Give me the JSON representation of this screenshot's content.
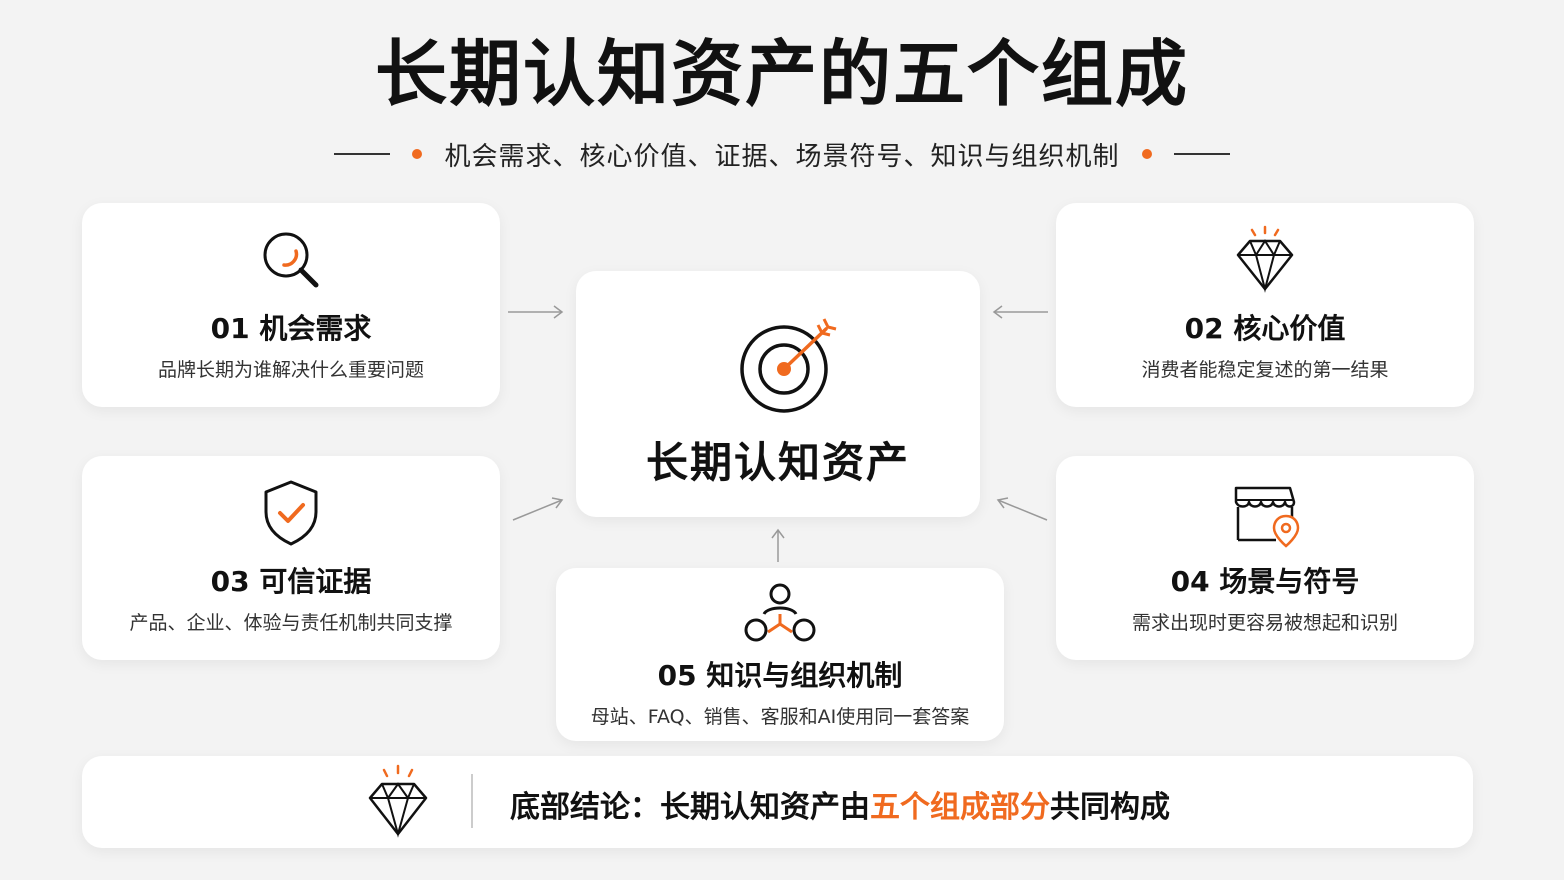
{
  "title": "长期认知资产的五个组成",
  "subtitle": "机会需求、核心价值、证据、场景符号、知识与组织机制",
  "center": {
    "label": "长期认知资产",
    "icon": "target-arrow-icon"
  },
  "cards": [
    {
      "id": "01",
      "title": "01 机会需求",
      "desc": "品牌长期为谁解决什么重要问题",
      "icon": "magnifier-icon"
    },
    {
      "id": "02",
      "title": "02 核心价值",
      "desc": "消费者能稳定复述的第一结果",
      "icon": "diamond-icon"
    },
    {
      "id": "03",
      "title": "03 可信证据",
      "desc": "产品、企业、体验与责任机制共同支撑",
      "icon": "shield-check-icon"
    },
    {
      "id": "04",
      "title": "04 场景与符号",
      "desc": "需求出现时更容易被想起和识别",
      "icon": "store-location-icon"
    },
    {
      "id": "05",
      "title": "05 知识与组织机制",
      "desc": "母站、FAQ、销售、客服和AI使用同一套答案",
      "icon": "network-nodes-icon"
    }
  ],
  "conclusion": {
    "prefix": "底部结论：长期认知资产由",
    "highlight": "五个组成部分",
    "suffix": "共同构成",
    "icon": "diamond-icon"
  },
  "colors": {
    "accent": "#f06a1f",
    "background": "#f3f3f3",
    "card": "#ffffff",
    "text": "#111111"
  }
}
